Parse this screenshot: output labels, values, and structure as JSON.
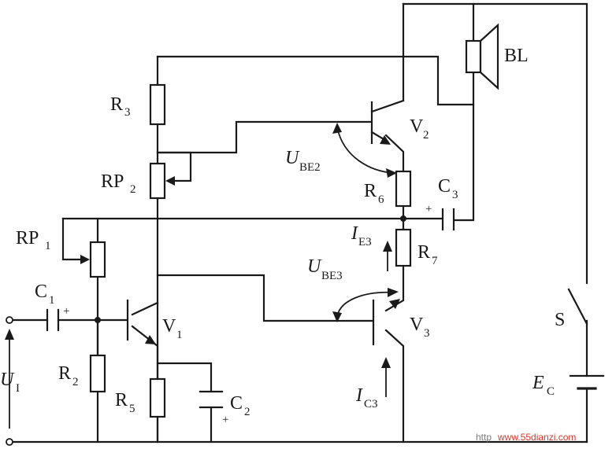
{
  "labels": {
    "bl": "BL",
    "r3": "R",
    "r3_sub": "3",
    "v2": "V",
    "v2_sub": "2",
    "ube2": "U",
    "ube2_sub": "BE2",
    "rp2": "RP",
    "rp2_sub": "2",
    "r6": "R",
    "r6_sub": "6",
    "c3": "C",
    "c3_sub": "3",
    "c3_plus": "+",
    "rp1": "RP",
    "rp1_sub": "1",
    "ie3": "I",
    "ie3_sub": "E3",
    "r7": "R",
    "r7_sub": "7",
    "c1": "C",
    "c1_sub": "1",
    "c1_plus": "+",
    "ube3": "U",
    "ube3_sub": "BE3",
    "v1": "V",
    "v1_sub": "1",
    "v3": "V",
    "v3_sub": "3",
    "s": "S",
    "u1": "U",
    "u1_sub": "I",
    "r2": "R",
    "r2_sub": "2",
    "ec": "E",
    "ec_sub": "C",
    "r5": "R",
    "r5_sub": "5",
    "c2": "C",
    "c2_sub": "2",
    "c2_plus": "+",
    "ic3": "I",
    "ic3_sub": "C3"
  },
  "watermark": "www.55dianzi.com",
  "watermark_prefix": "http",
  "colors": {
    "ink": "#1a1a1a",
    "watermark": "#d23b2f",
    "background": "#ffffff"
  }
}
